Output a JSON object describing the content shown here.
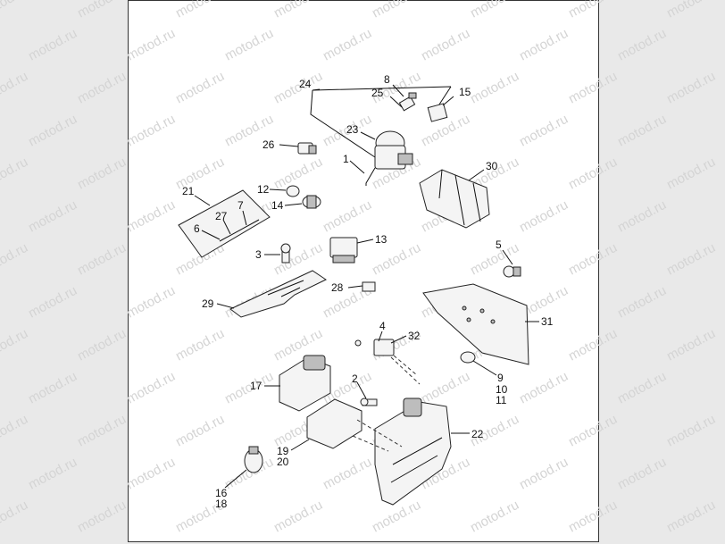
{
  "watermark": {
    "text": "motod.ru"
  },
  "labels": {
    "l24": "24",
    "l8": "8",
    "l25": "25",
    "l15": "15",
    "l23": "23",
    "l26": "26",
    "l1": "1",
    "l30": "30",
    "l12": "12",
    "l21": "21",
    "l14": "14",
    "l27": "27",
    "l7": "7",
    "l6": "6",
    "l13": "13",
    "l3": "3",
    "l5": "5",
    "l28": "28",
    "l29": "29",
    "l31": "31",
    "l4": "4",
    "l32": "32",
    "l17": "17",
    "l2": "2",
    "l9": "9",
    "l10": "10",
    "l11": "11",
    "l22": "22",
    "l19": "19",
    "l20": "20",
    "l16": "16",
    "l18": "18"
  }
}
